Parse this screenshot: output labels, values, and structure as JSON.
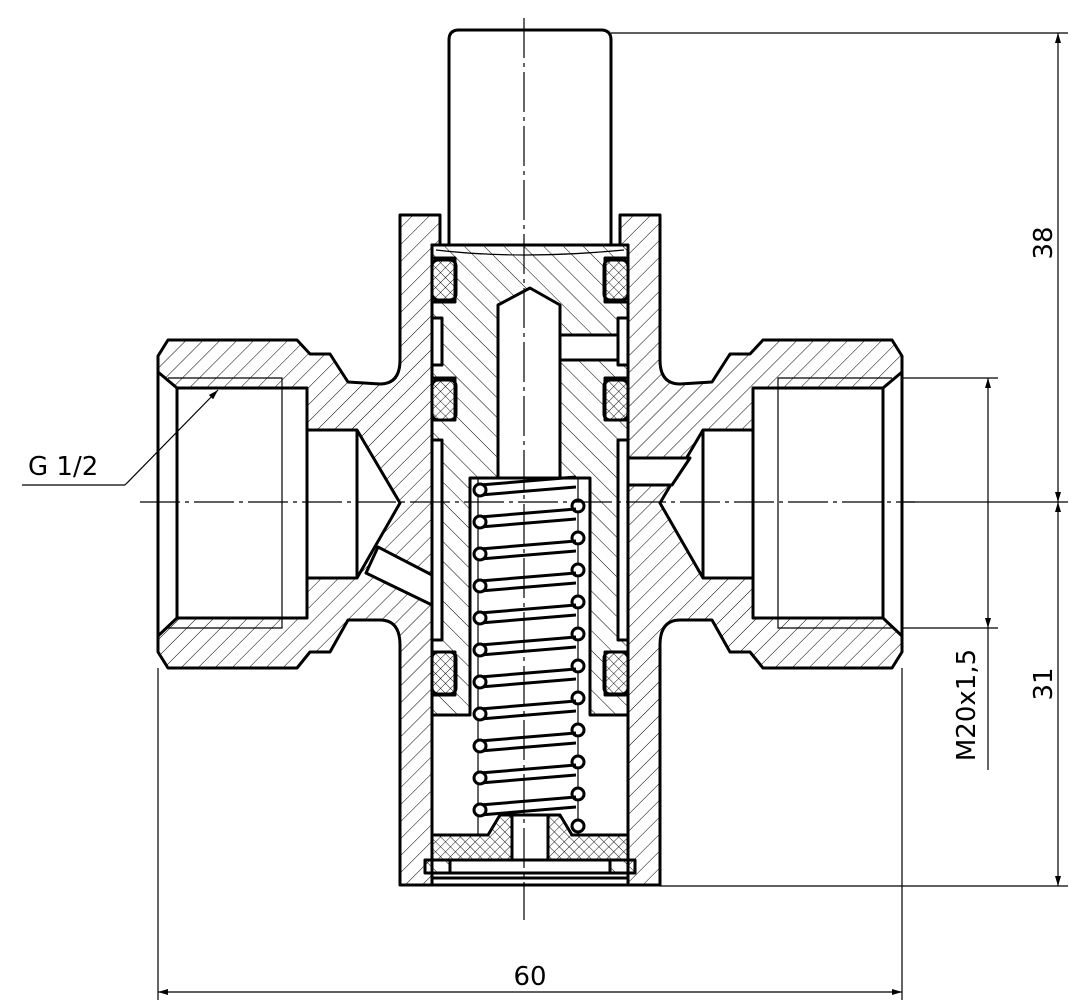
{
  "drawing": {
    "thread_label": "G 1/2",
    "dim_height_upper": "38",
    "dim_height_lower": "31",
    "dim_thread": "M20x1,5",
    "dim_width": "60"
  }
}
